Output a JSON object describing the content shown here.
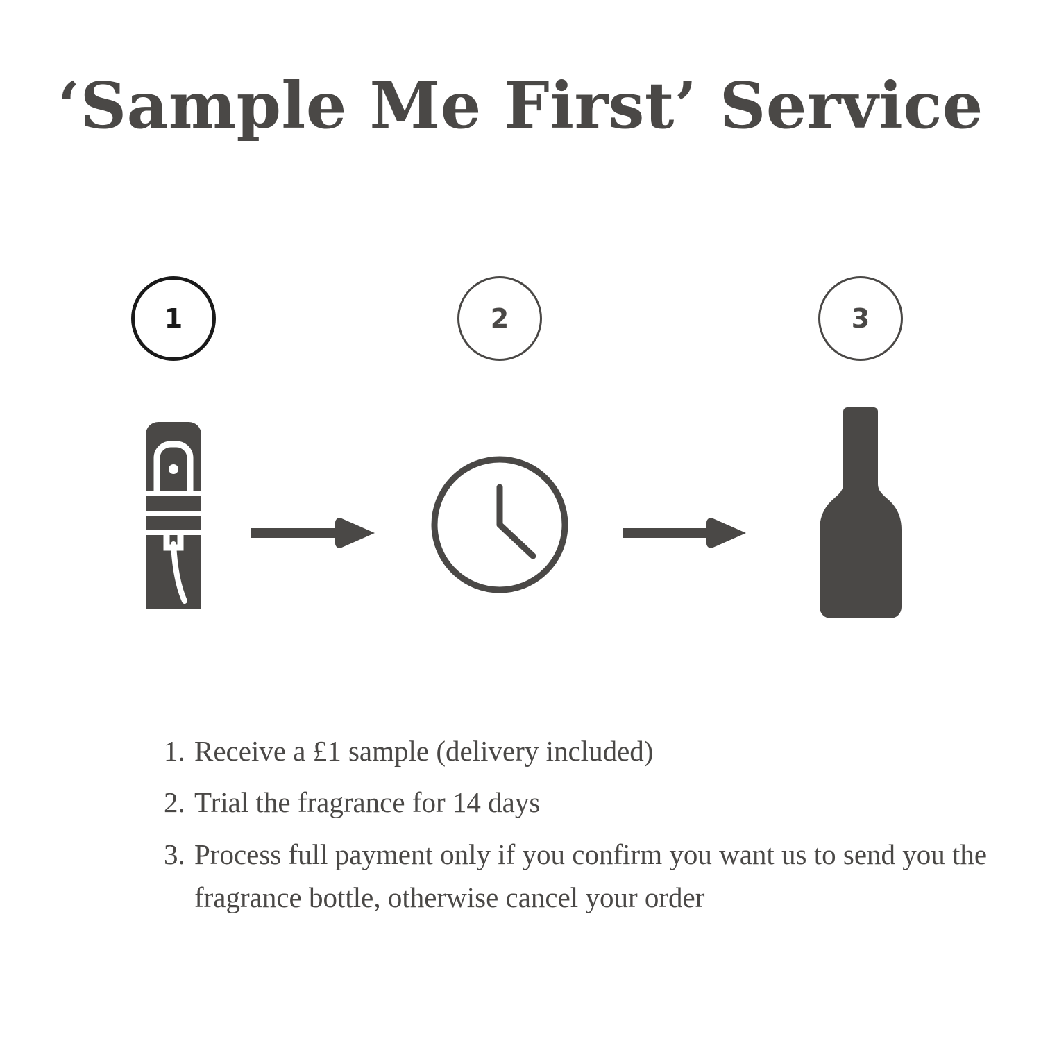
{
  "page": {
    "background": "#ffffff",
    "ink": "#4a4846",
    "ink_dark": "#1a1a1a"
  },
  "header": {
    "title": "‘Sample Me First’ Service"
  },
  "steps": [
    {
      "number": "1",
      "badge_style": "dark",
      "icon": "sample-vial-icon"
    },
    {
      "number": "2",
      "badge_style": "grey",
      "icon": "clock-icon"
    },
    {
      "number": "3",
      "badge_style": "grey",
      "icon": "fragrance-bottle-icon"
    }
  ],
  "connectors": [
    {
      "icon": "arrow-right-icon"
    },
    {
      "icon": "arrow-right-icon"
    }
  ],
  "instructions": [
    {
      "marker": "1.",
      "text": "Receive a £1 sample (delivery included)"
    },
    {
      "marker": "2.",
      "text": "Trial the fragrance for 14 days"
    },
    {
      "marker": "3.",
      "text": "Process full payment only if you confirm you want us to send you the fragrance bottle, otherwise cancel your order"
    }
  ]
}
